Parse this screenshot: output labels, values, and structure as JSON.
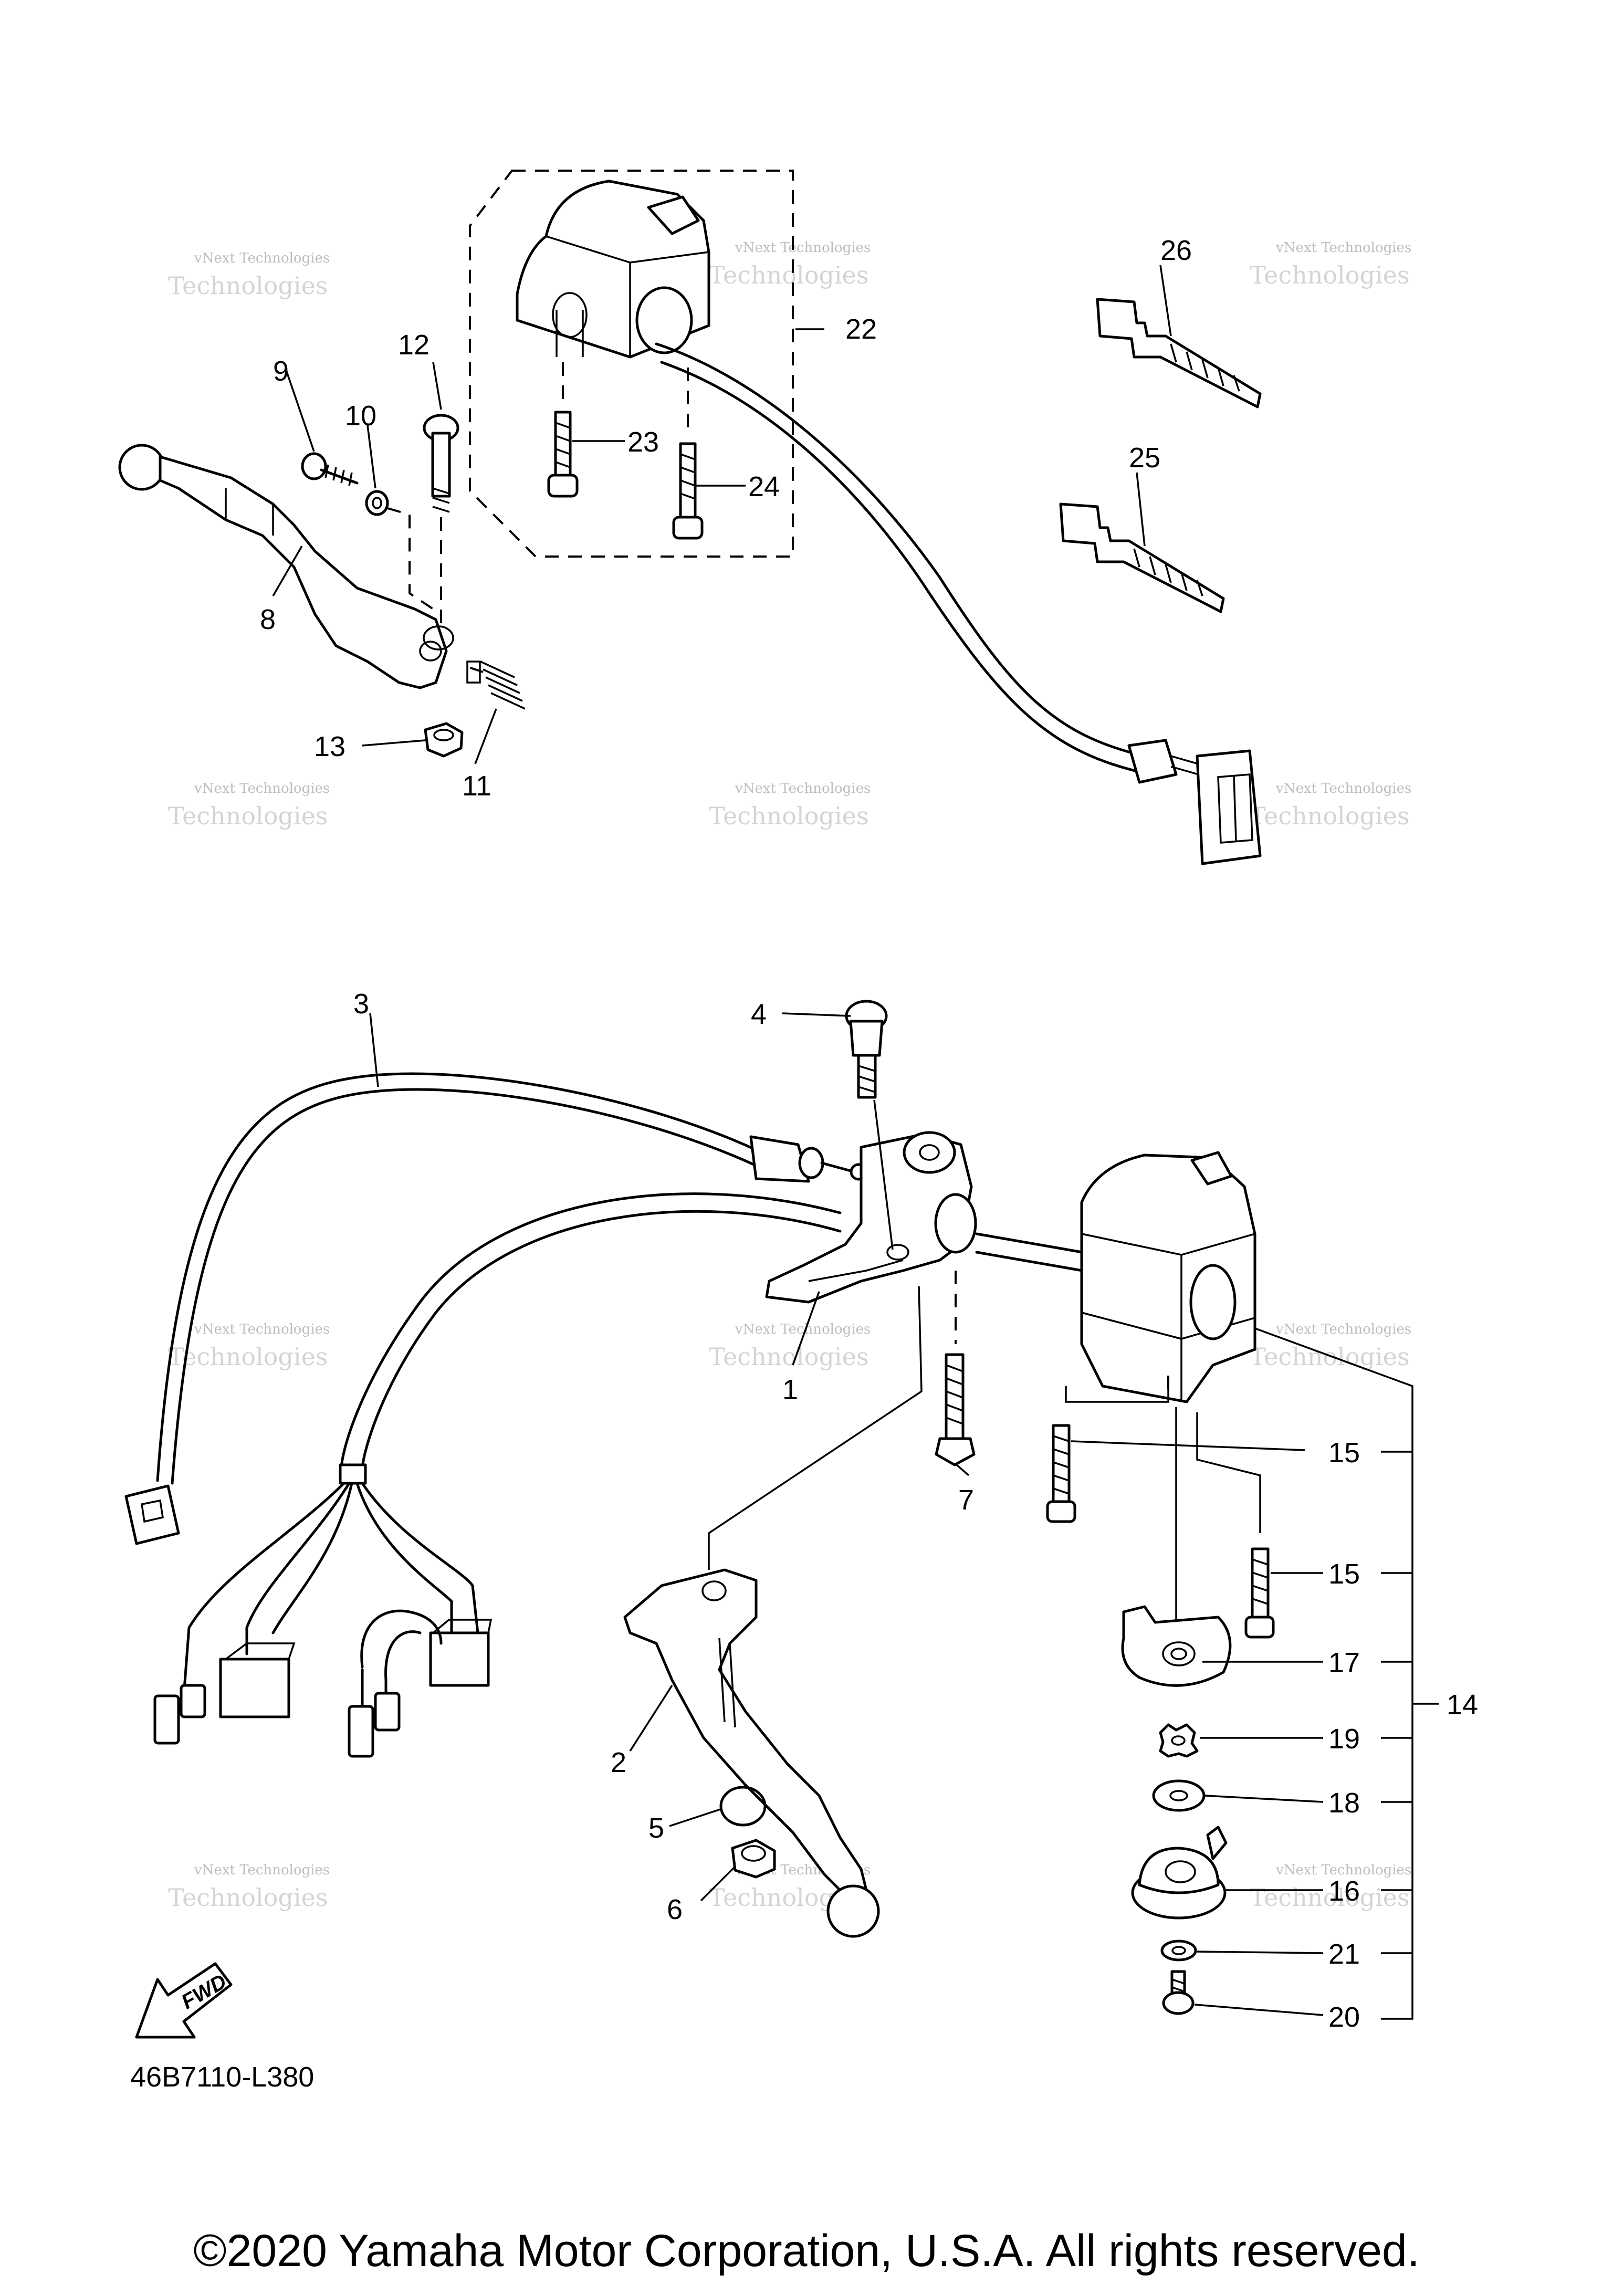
{
  "diagram": {
    "code": "46B7110-L380",
    "copyright": "©2020 Yamaha Motor Corporation, U.S.A. All rights reserved.",
    "fwd_label": "FWD",
    "watermark": {
      "line1": "vNext Technologies",
      "line2": "Technologies"
    }
  },
  "callouts": {
    "p1": "1",
    "p2": "2",
    "p3": "3",
    "p4": "4",
    "p5": "5",
    "p6": "6",
    "p7": "7",
    "p8": "8",
    "p9": "9",
    "p10": "10",
    "p11": "11",
    "p12": "12",
    "p13": "13",
    "p14": "14",
    "p15a": "15",
    "p15b": "15",
    "p16": "16",
    "p17": "17",
    "p18": "18",
    "p19": "19",
    "p20": "20",
    "p21": "21",
    "p22": "22",
    "p23": "23",
    "p24": "24",
    "p25": "25",
    "p26": "26"
  }
}
